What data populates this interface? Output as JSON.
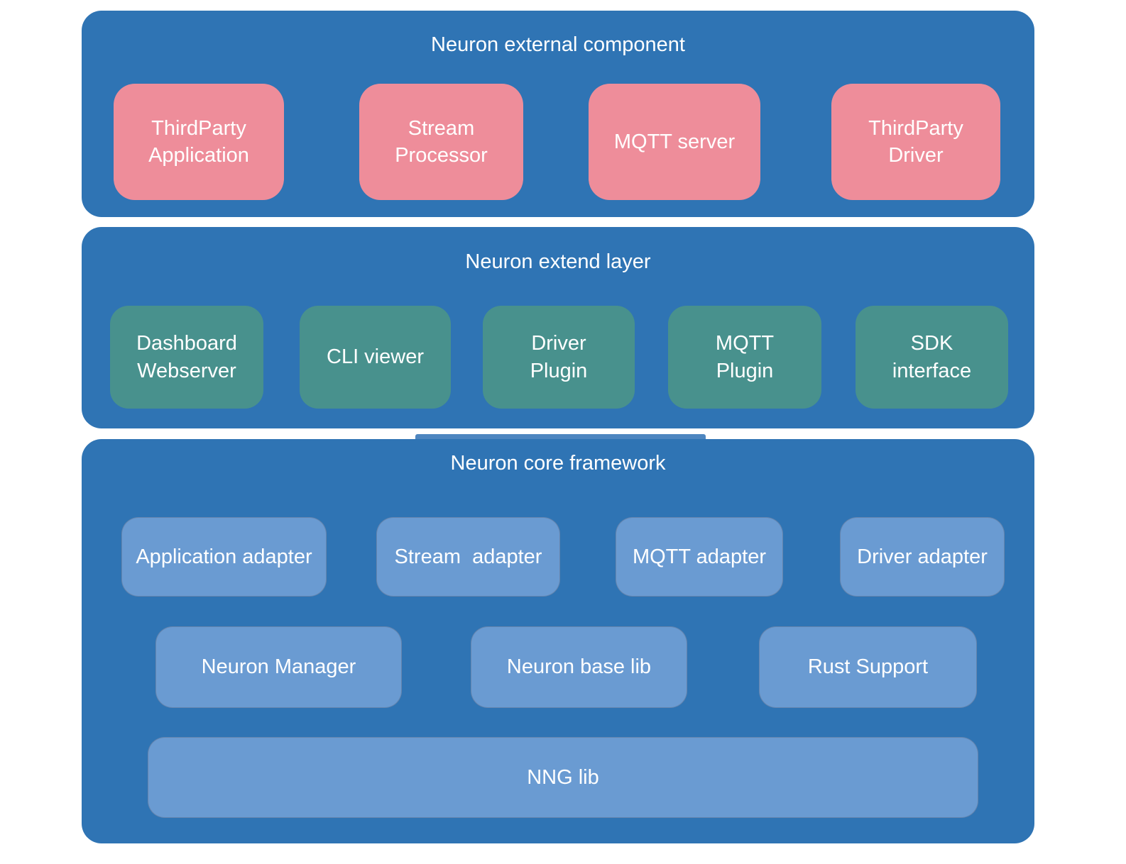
{
  "colors": {
    "container_blue": "#2f74b4",
    "external_box_pink": "#ee8d9a",
    "extend_box_teal": "#48918d",
    "core_box_blue": "#6a9bd2",
    "seam_tab_blue": "#4e86c0",
    "text_white": "#ffffff"
  },
  "external_layer": {
    "title": "Neuron external component",
    "boxes": [
      "ThirdParty\nApplication",
      "Stream\nProcessor",
      "MQTT server",
      "ThirdParty\nDriver"
    ]
  },
  "extend_layer": {
    "title": "Neuron extend layer",
    "boxes": [
      "Dashboard\nWebserver",
      "CLI viewer",
      "Driver\nPlugin",
      "MQTT\nPlugin",
      "SDK\ninterface"
    ]
  },
  "core_layer": {
    "title": "Neuron core framework",
    "adapter_row": [
      "Application adapter",
      "Stream  adapter",
      "MQTT adapter",
      "Driver adapter"
    ],
    "middle_row": [
      "Neuron Manager",
      "Neuron base lib",
      "Rust Support"
    ],
    "base_row": [
      "NNG lib"
    ]
  }
}
